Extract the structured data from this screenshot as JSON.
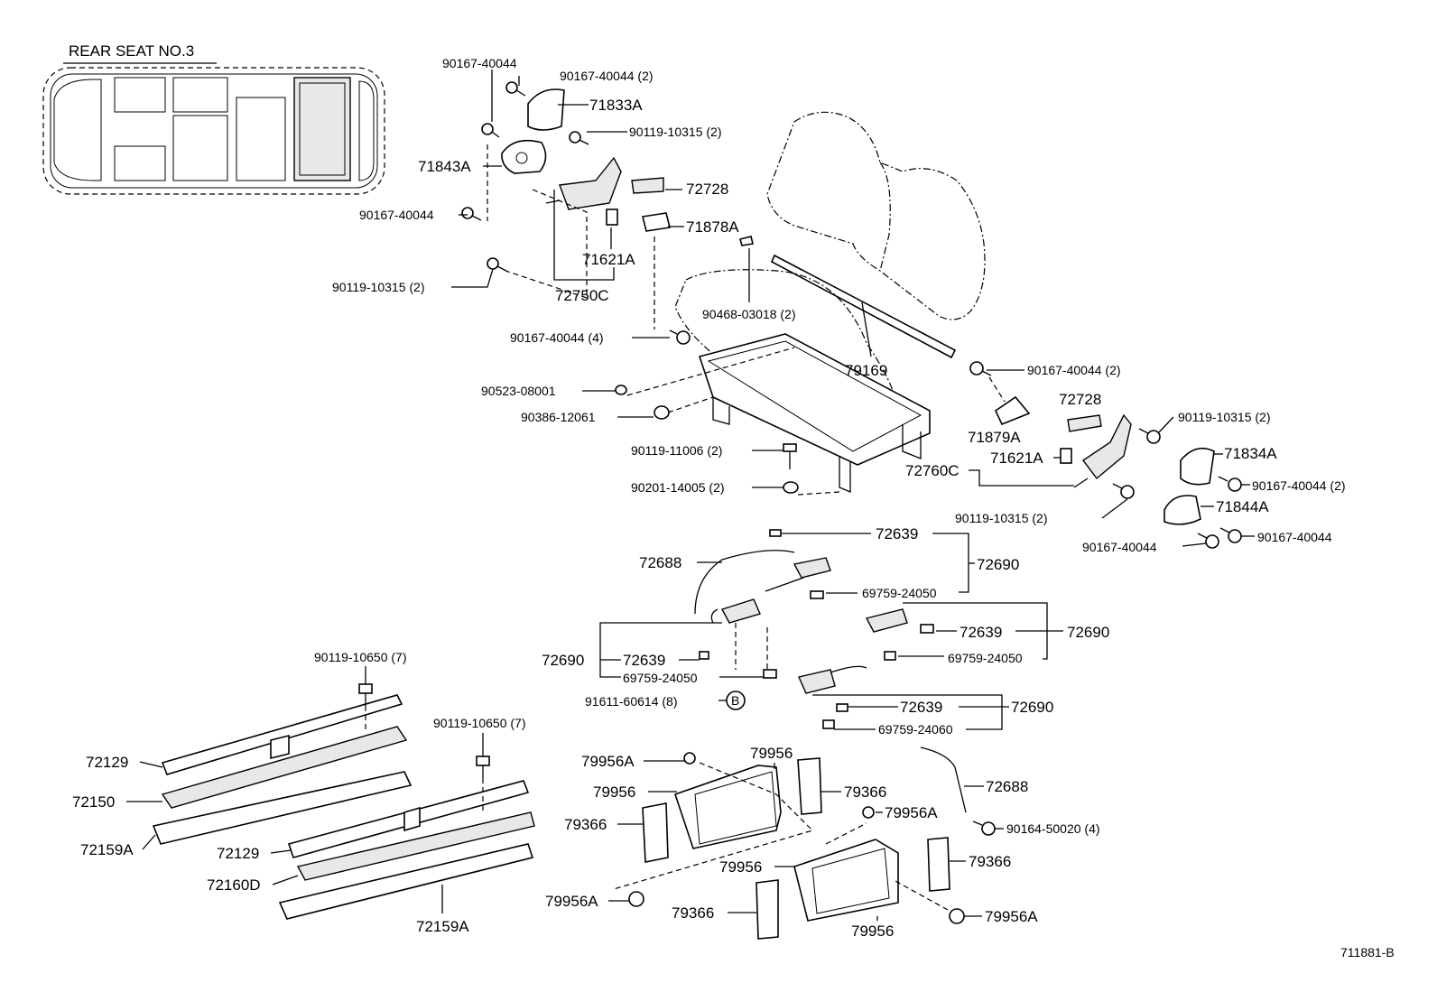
{
  "title": "REAR SEAT NO.3",
  "diagram_id": "711881-B",
  "labels": {
    "p90167_40044_a": "90167-40044",
    "p90167_40044_2_a": "90167-40044 (2)",
    "p71833A": "71833A",
    "p90119_10315_2_a": "90119-10315 (2)",
    "p71843A": "71843A",
    "p72728_a": "72728",
    "p90167_40044_b": "90167-40044",
    "p71878A": "71878A",
    "p71621A_a": "71621A",
    "p90119_10315_2_b": "90119-10315 (2)",
    "p72750C": "72750C",
    "p90468_03018_2": "90468-03018 (2)",
    "p90167_40044_4": "90167-40044 (4)",
    "p79169": "79169",
    "p90523_08001": "90523-08001",
    "p90386_12061": "90386-12061",
    "p90167_40044_2_b": "90167-40044 (2)",
    "p72728_b": "72728",
    "p71879A": "71879A",
    "p90119_10315_2_c": "90119-10315 (2)",
    "p90119_11006_2": "90119-11006 (2)",
    "p71834A": "71834A",
    "p71621A_b": "71621A",
    "p72760C": "72760C",
    "p90201_14005_2": "90201-14005 (2)",
    "p90167_40044_2_c": "90167-40044 (2)",
    "p71844A": "71844A",
    "p90119_10315_2_d": "90119-10315 (2)",
    "p90167_40044_c": "90167-40044",
    "p90167_40044_d": "90167-40044",
    "p72639_a": "72639",
    "p72688_a": "72688",
    "p72690_a": "72690",
    "p69759_24050_a": "69759-24050",
    "p72639_b": "72639",
    "p72690_b": "72690",
    "p69759_24050_b": "69759-24050",
    "p72690_c": "72690",
    "p72639_c": "72639",
    "p69759_24050_c": "69759-24050",
    "p91611_60614_8": "91611-60614 (8)",
    "p_B": "B",
    "p72639_d": "72639",
    "p72690_d": "72690",
    "p69759_24060": "69759-24060",
    "p90119_10650_7_a": "90119-10650 (7)",
    "p90119_10650_7_b": "90119-10650 (7)",
    "p72129_a": "72129",
    "p72150": "72150",
    "p72159A_a": "72159A",
    "p72129_b": "72129",
    "p72160D": "72160D",
    "p72159A_b": "72159A",
    "p79956A_a": "79956A",
    "p79956_a": "79956",
    "p79956_b": "79956",
    "p79366_a": "79366",
    "p79366_b": "79366",
    "p79956A_b": "79956A",
    "p72688_b": "72688",
    "p90164_50020_4": "90164-50020 (4)",
    "p79366_c": "79366",
    "p79956_c": "79956",
    "p79956A_c": "79956A",
    "p79366_d": "79366",
    "p79956A_d": "79956A",
    "p79956_d": "79956"
  }
}
